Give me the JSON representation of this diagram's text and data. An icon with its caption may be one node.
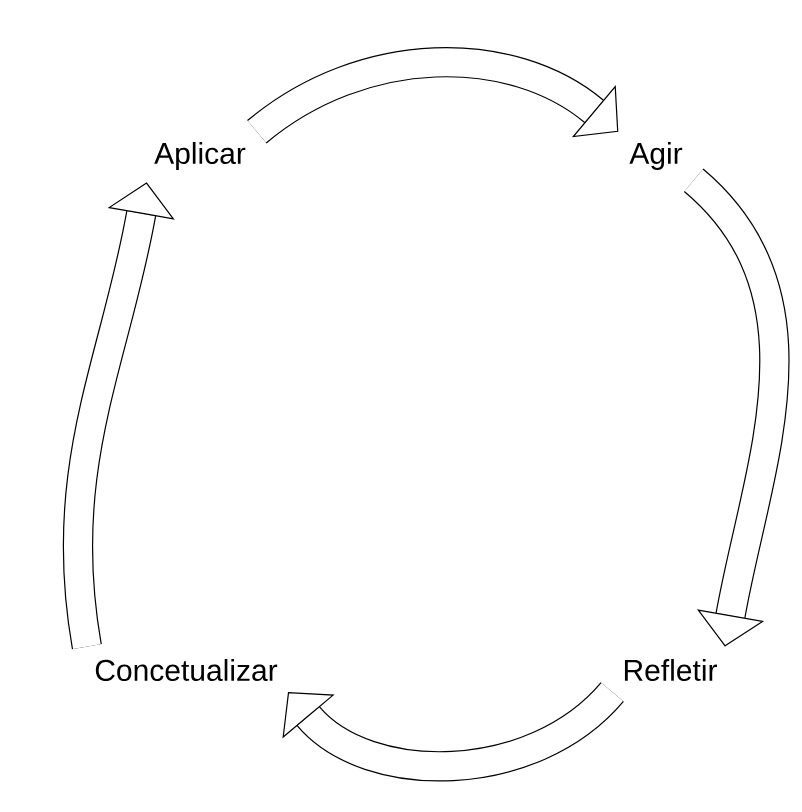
{
  "diagram": {
    "nodes": [
      {
        "text": [
          "Aplicar"
        ]
      },
      {
        "text": [
          "Agir"
        ]
      },
      {
        "text": [
          "Refletir"
        ]
      },
      {
        "text": [
          "Concetualizar"
        ]
      }
    ],
    "edges": [
      {
        "from": 0,
        "to": 1,
        "arrow": "to"
      },
      {
        "from": 1,
        "to": 2,
        "arrow": "to"
      },
      {
        "from": 2,
        "to": 3,
        "arrow": "to"
      },
      {
        "from": 3,
        "to": 0,
        "arrow": "to"
      }
    ]
  }
}
